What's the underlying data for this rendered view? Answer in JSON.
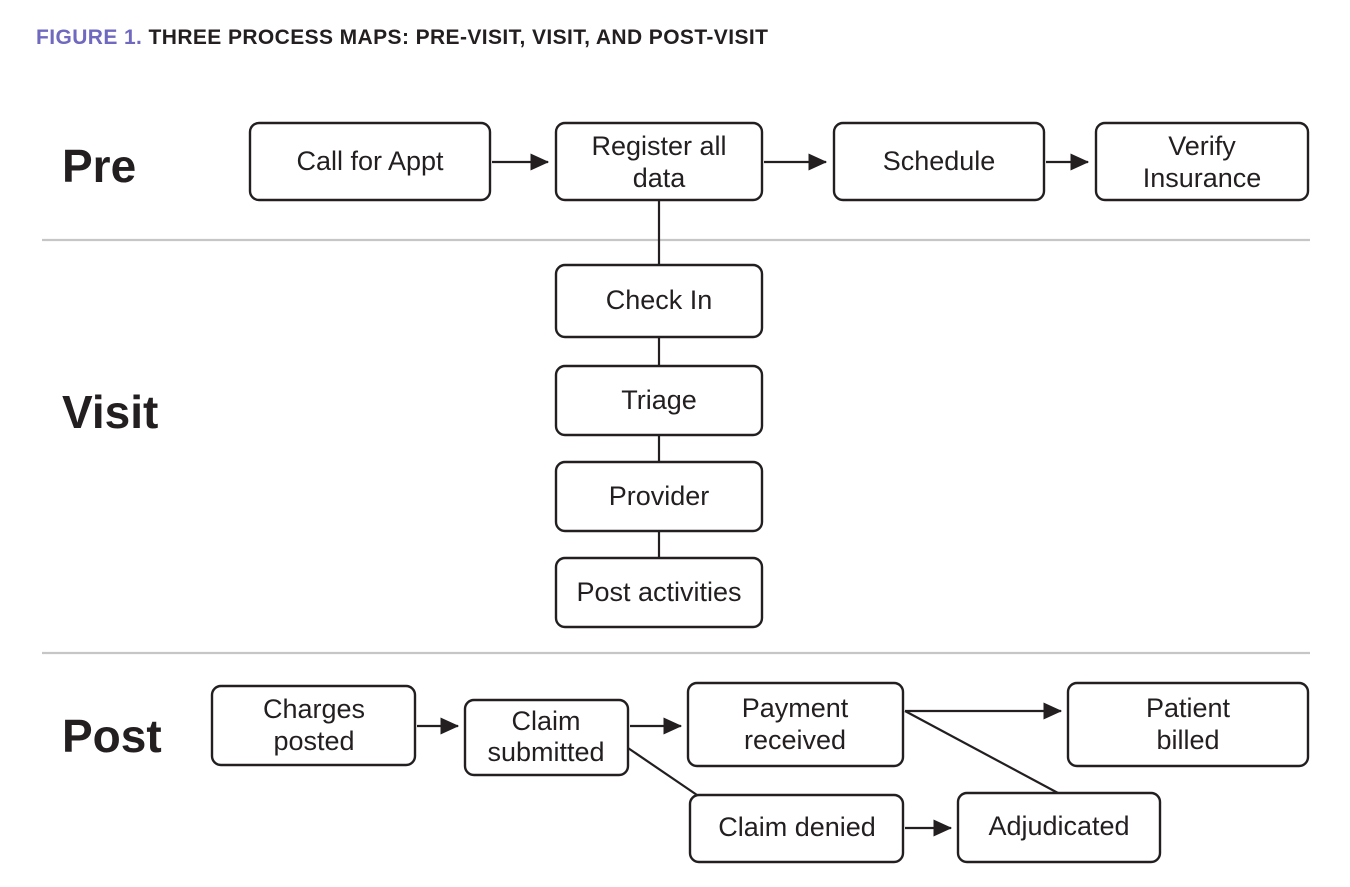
{
  "figure": {
    "title_prefix": "FIGURE 1.",
    "title_rest": " THREE PROCESS MAPS: PRE-VISIT, VISIT, AND POST-VISIT",
    "title_prefix_color": "#6f69bf",
    "title_rest_color": "#231f20",
    "background_color": "#ffffff",
    "node_border_color": "#231f20",
    "node_fill_color": "#ffffff",
    "edge_color": "#231f20",
    "divider_color": "#c6c6c6"
  },
  "chart_data": {
    "type": "diagram",
    "title": "FIGURE 1. THREE PROCESS MAPS: PRE-VISIT, VISIT, AND POST-VISIT",
    "sections": [
      {
        "id": "pre",
        "label": "Pre",
        "nodes": [
          "Call for Appt",
          "Register all data",
          "Schedule",
          "Verify Insurance"
        ],
        "edges": [
          {
            "from": "Call for Appt",
            "to": "Register all data",
            "arrow": true
          },
          {
            "from": "Register all data",
            "to": "Schedule",
            "arrow": true
          },
          {
            "from": "Schedule",
            "to": "Verify Insurance",
            "arrow": true
          },
          {
            "from": "Register all data",
            "to": "Check In",
            "arrow": false
          }
        ]
      },
      {
        "id": "visit",
        "label": "Visit",
        "nodes": [
          "Check In",
          "Triage",
          "Provider",
          "Post activities"
        ],
        "edges": [
          {
            "from": "Check In",
            "to": "Triage",
            "arrow": false
          },
          {
            "from": "Triage",
            "to": "Provider",
            "arrow": false
          },
          {
            "from": "Provider",
            "to": "Post activities",
            "arrow": false
          }
        ]
      },
      {
        "id": "post",
        "label": "Post",
        "nodes": [
          "Charges posted",
          "Claim submitted",
          "Payment received",
          "Patient billed",
          "Claim denied",
          "Adjudicated"
        ],
        "edges": [
          {
            "from": "Charges posted",
            "to": "Claim submitted",
            "arrow": true
          },
          {
            "from": "Claim submitted",
            "to": "Payment received",
            "arrow": true
          },
          {
            "from": "Claim submitted",
            "to": "Claim denied",
            "arrow": false
          },
          {
            "from": "Payment received",
            "to": "Patient billed",
            "arrow": true
          },
          {
            "from": "Payment received",
            "to": "Adjudicated",
            "arrow": false
          },
          {
            "from": "Claim denied",
            "to": "Adjudicated",
            "arrow": true
          }
        ]
      }
    ]
  },
  "row_labels": {
    "pre": "Pre",
    "visit": "Visit",
    "post": "Post"
  },
  "nodes": {
    "call_for_appt": "Call for Appt",
    "register_all_data_line1": "Register all",
    "register_all_data_line2": "data",
    "schedule": "Schedule",
    "verify_insurance_line1": "Verify",
    "verify_insurance_line2": "Insurance",
    "check_in": "Check In",
    "triage": "Triage",
    "provider": "Provider",
    "post_activities": "Post activities",
    "charges_posted_line1": "Charges",
    "charges_posted_line2": "posted",
    "claim_submitted_line1": "Claim",
    "claim_submitted_line2": "submitted",
    "payment_received_line1": "Payment",
    "payment_received_line2": "received",
    "patient_billed_line1": "Patient",
    "patient_billed_line2": "billed",
    "claim_denied": "Claim denied",
    "adjudicated": "Adjudicated"
  }
}
